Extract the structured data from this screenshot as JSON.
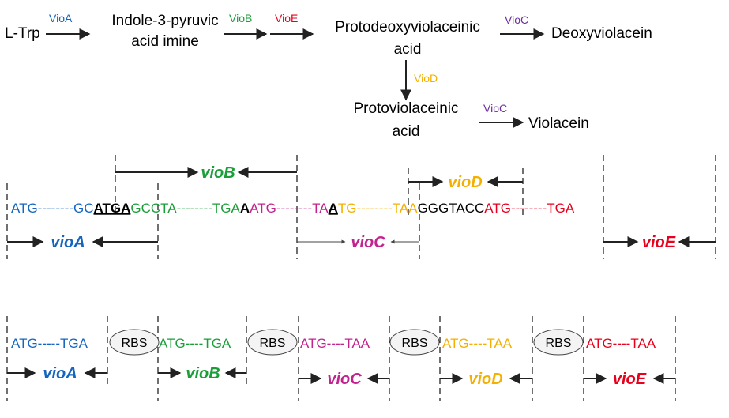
{
  "colors": {
    "vioA": "#1565c0",
    "vioB": "#1a9e3a",
    "vioC": "#c2238f",
    "vioD": "#f4b000",
    "vioE": "#e8001c",
    "vioC_enzyme": "#7030a0",
    "black": "#000000"
  },
  "pathway": {
    "substrate": "L-Trp",
    "enzyme_vioA": "VioA",
    "intermediate1_line1": "Indole-3-pyruvic",
    "intermediate1_line2": "acid imine",
    "enzyme_vioB": "VioB",
    "enzyme_vioE": "VioE",
    "intermediate2_line1": "Protodeoxyviolaceinic",
    "intermediate2_line2": "acid",
    "enzyme_vioC_1": "VioC",
    "product1": "Deoxyviolacein",
    "enzyme_vioD": "VioD",
    "intermediate3_line1": "Protoviolaceinic",
    "intermediate3_line2": "acid",
    "enzyme_vioC_2": "VioC",
    "product2": "Violacein"
  },
  "operon_native": {
    "vioA_seq_start": "ATG--------GC",
    "overlap_AB": "ATGA",
    "vioB_seq_rest": "GCCTA--------TGA",
    "overlap_BC": "A",
    "vioC_seq": "ATG--------TA",
    "overlap_CD": "A",
    "vioD_seq": "TG--------TAA",
    "spacer": "GGGTACC",
    "vioE_seq": "ATG--------TGA",
    "labels": {
      "vioA": "vioA",
      "vioB": "vioB",
      "vioC": "vioC",
      "vioD": "vioD",
      "vioE": "vioE"
    }
  },
  "operon_engineered": {
    "vioA_seq": "ATG-----TGA",
    "vioB_seq": "ATG----TGA",
    "vioC_seq": "ATG----TAA",
    "vioD_seq": "ATG----TAA",
    "vioE_seq": "ATG----TAA",
    "rbs_label": "RBS",
    "labels": {
      "vioA": "vioA",
      "vioB": "vioB",
      "vioC": "vioC",
      "vioD": "vioD",
      "vioE": "vioE"
    }
  }
}
